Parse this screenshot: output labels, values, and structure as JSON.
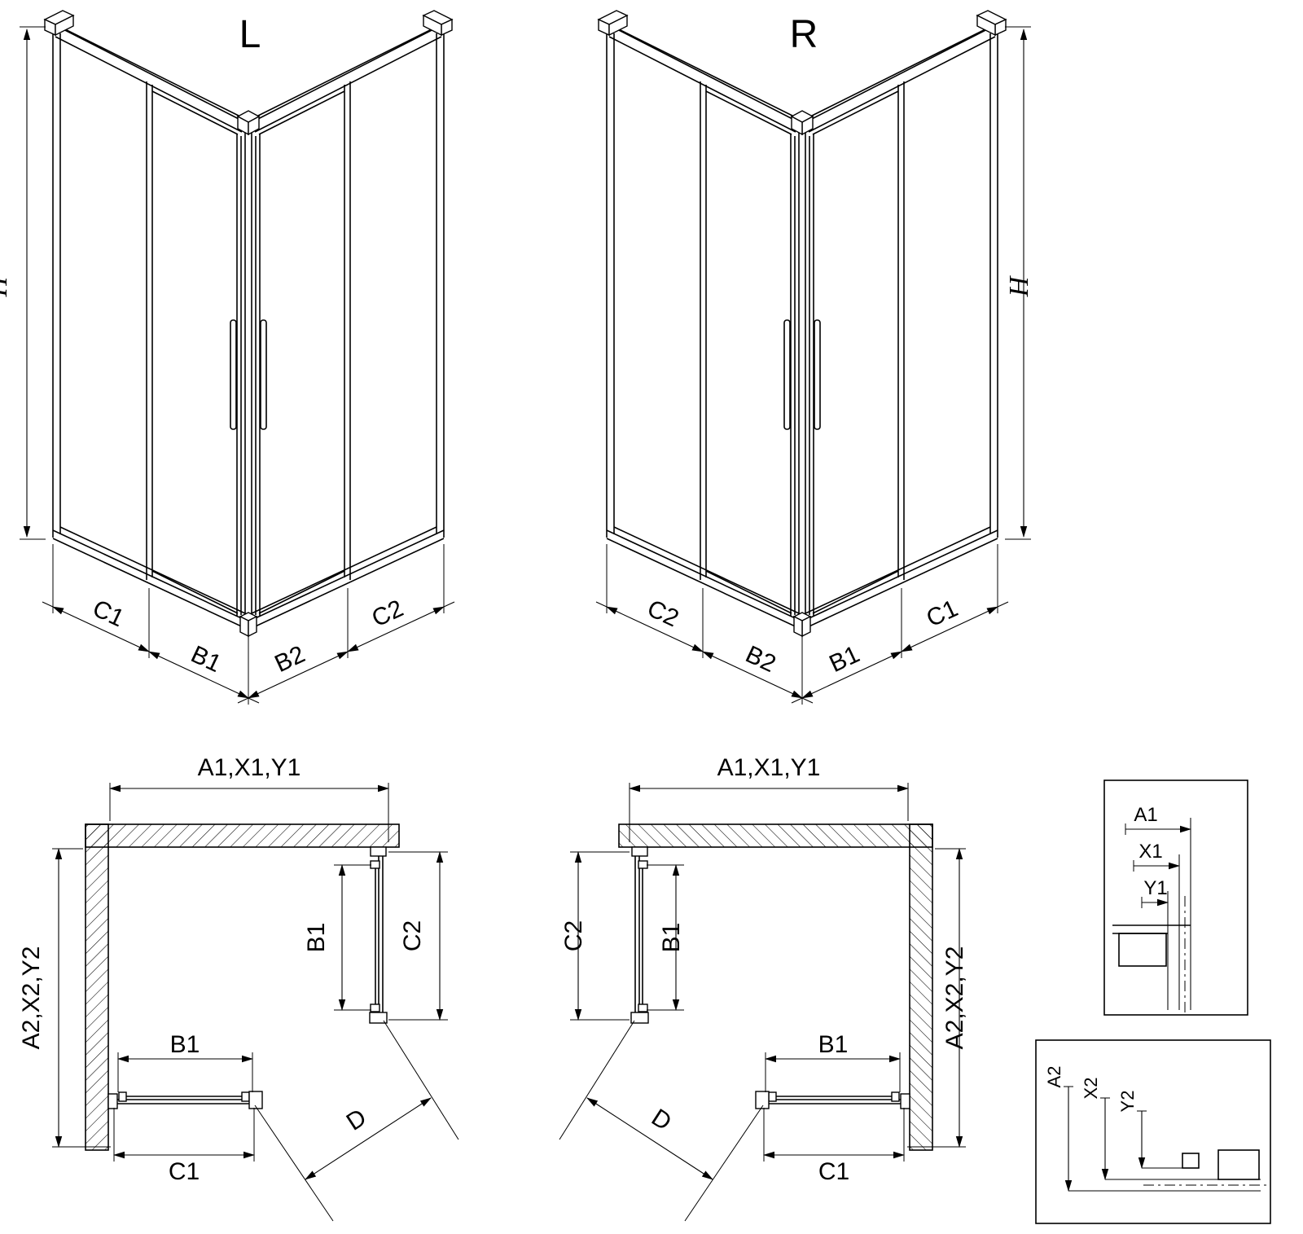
{
  "drawing": {
    "variant_left": "L",
    "variant_right": "R",
    "iso": {
      "height": "H",
      "panel_c1": "C1",
      "door_b1": "B1",
      "door_b2": "B2",
      "panel_c2": "C2"
    },
    "plan": {
      "width_top": "A1,X1,Y1",
      "depth_side": "A2,X2,Y2",
      "door_b1": "B1",
      "panel_c1": "C1",
      "panel_c2": "C2",
      "diagonal": "D"
    },
    "detail_top": {
      "a1": "A1",
      "x1": "X1",
      "y1": "Y1"
    },
    "detail_bottom": {
      "a2": "A2",
      "x2": "X2",
      "y2": "Y2"
    },
    "colors": {
      "line": "#000000",
      "background": "#ffffff"
    }
  }
}
